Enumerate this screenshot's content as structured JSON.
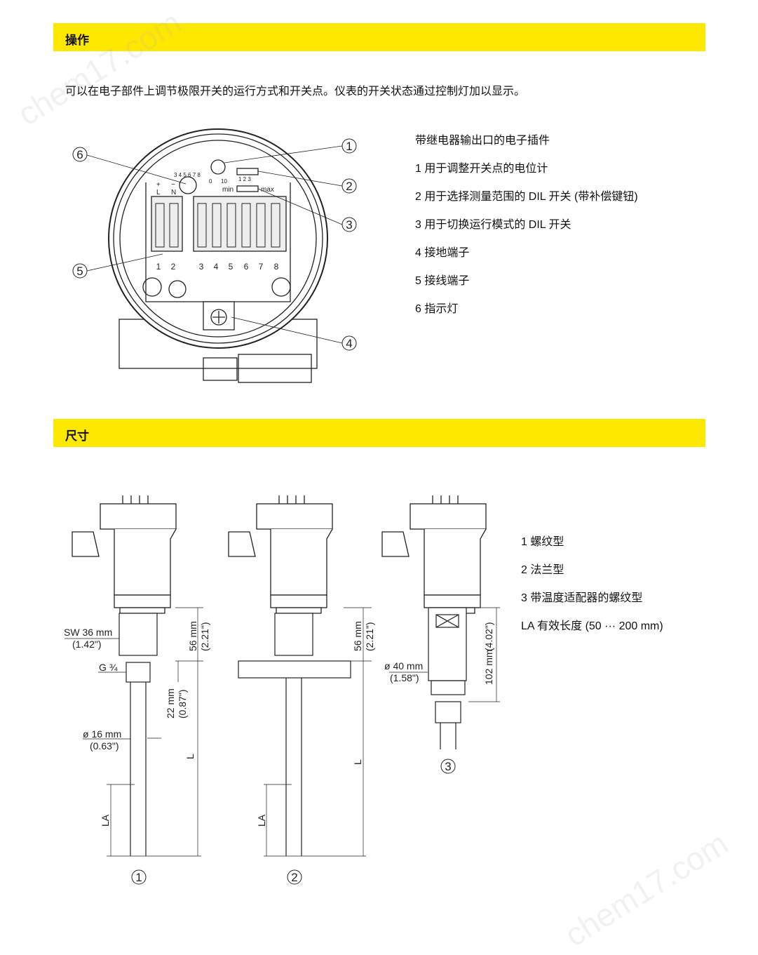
{
  "watermark": "chem17.com",
  "section_operation": {
    "title": "操作",
    "intro": "可以在电子部件上调节极限开关的运行方式和开关点。仪表的开关状态通过控制灯加以显示。",
    "legend": [
      "带继电器输出口的电子插件",
      "1 用于调整开关点的电位计",
      "2 用于选择测量范围的 DIL 开关 (带补偿键钮)",
      "3 用于切换运行模式的 DIL 开关",
      "4 接地端子",
      "5 接线端子",
      "6 指示灯"
    ],
    "callouts": [
      "1",
      "2",
      "3",
      "4",
      "5",
      "6"
    ],
    "diagram_labels": {
      "plus": "+",
      "minus": "−",
      "L": "L",
      "N": "N",
      "pot_scale": "3 4 5 6 7 8",
      "pot_0": "0",
      "pot_10": "10",
      "dil_123": "1 2 3",
      "min": "min",
      "max": "max",
      "terminals": [
        "1",
        "2",
        "3",
        "4",
        "5",
        "6",
        "7",
        "8"
      ]
    }
  },
  "section_dimensions": {
    "title": "尺寸",
    "legend": [
      "1 螺纹型",
      "2 法兰型",
      "3 带温度适配器的螺纹型",
      "LA 有效长度 (50 ··· 200 mm)"
    ],
    "labels": {
      "sw": "SW 36 mm",
      "sw_in": "(1.42\")",
      "g": "G ¾",
      "d16": "ø 16 mm",
      "d16_in": "(0.63\")",
      "h56": "56 mm",
      "h56_in": "(2.21\")",
      "h22": "22 mm",
      "h22_in": "(0.87\")",
      "L": "L",
      "LA": "LA",
      "d40": "ø 40 mm",
      "d40_in": "(1.58\")",
      "h102": "102 mm",
      "h102_in": "(4.02\")"
    },
    "variants": [
      "1",
      "2",
      "3"
    ]
  }
}
